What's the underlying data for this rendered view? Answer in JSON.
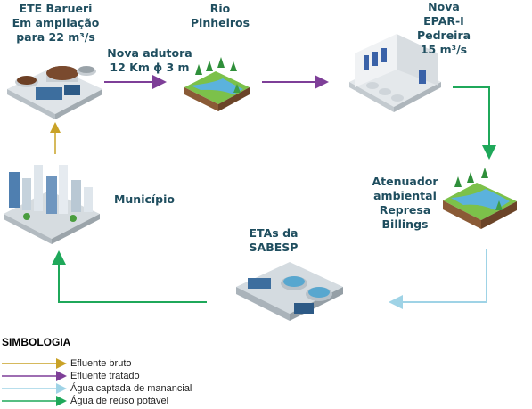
{
  "nodes": {
    "ete_barueri": [
      "ETE Barueri",
      "Em ampliação",
      "para 22 m³/s"
    ],
    "rio_pinheiros": [
      "Rio",
      "Pinheiros"
    ],
    "epar": [
      "Nova",
      "EPAR-I",
      "Pedreira",
      "15 m³/s"
    ],
    "atenuador": [
      "Atenuador",
      "ambiental",
      "Represa",
      "Billings"
    ],
    "etas": [
      "ETAs da",
      "SABESP"
    ],
    "municipio": [
      "Município"
    ]
  },
  "connector_label": [
    "Nova adutora",
    "12 Km ϕ 3 m"
  ],
  "legend": {
    "title": "SIMBOLOGIA",
    "items": [
      {
        "label": "Efluente bruto",
        "color": "#c9a227"
      },
      {
        "label": "Efluente tratado",
        "color": "#7e3f98"
      },
      {
        "label": "Água captada de manancial",
        "color": "#9fd3e6"
      },
      {
        "label": "Água de reúso potável",
        "color": "#1fa85a"
      }
    ]
  },
  "icons": [
    "treatment-plant-icon",
    "river-icon",
    "industrial-plant-icon",
    "reservoir-icon",
    "water-treatment-icon",
    "city-icon"
  ]
}
